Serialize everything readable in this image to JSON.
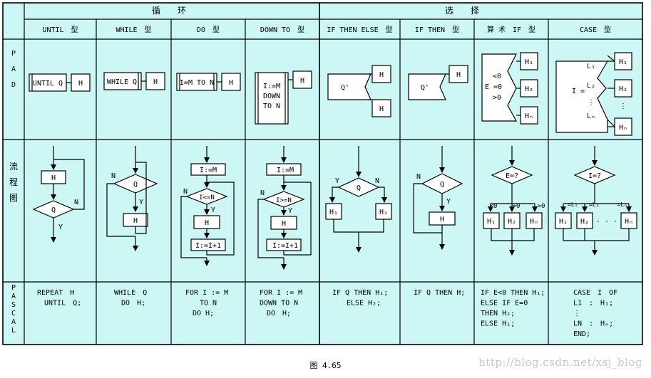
{
  "groups": {
    "loop": "循　　环",
    "select": "选　　择"
  },
  "columns": [
    "UNTIL　型",
    "WHILE　型",
    "DO　型",
    "DOWN TO　型",
    "IF THEN ELSE　型",
    "IF THEN　型",
    "算 术　IF　型",
    "CASE　型"
  ],
  "row_labels": {
    "pad": "P|A|D",
    "flow": "流|程|图",
    "pascal": "P|A|S|C|A|L"
  },
  "pad": {
    "until": "UNTIL Q",
    "while": "WHILE Q",
    "do": "I=M TO N",
    "downto": [
      "I:=M",
      "DOWN",
      "TO N"
    ],
    "h": "H",
    "qp": "Q'",
    "arith_conds": [
      "<0",
      "E =0",
      ">0"
    ],
    "arith_h": [
      "H₁",
      "H₂",
      "Hₙ"
    ],
    "case_i": "I =",
    "case_l": [
      "L₁",
      "L₂",
      "⋮",
      "Lₙ"
    ],
    "case_h": [
      "H₁",
      "H₂",
      "⋮",
      "Hₙ"
    ]
  },
  "flow": {
    "h": "H",
    "q": "Q",
    "n": "N",
    "y": "Y",
    "assign": "I:=M",
    "cond_le": "I<=N",
    "cond_ge": "I>=N",
    "incr": "I:=I+1",
    "decr": "I:=I+1",
    "h1": "H₁",
    "h2": "H₂",
    "hn": "Hₙ",
    "eq": "E=?",
    "eq_labels": [
      "<0",
      "=0",
      ">0"
    ],
    "ieq": "I=?",
    "ieq_labels": [
      "=L₁",
      "=L₂",
      "=Lₙ"
    ],
    "dots": "· · ·"
  },
  "pascal": [
    [
      "REPEAT　H",
      "　UNTIL　Q;"
    ],
    [
      "WHILE　Q",
      "　DO　H;"
    ],
    [
      "FOR I := M",
      "　　TO N",
      "　DO H;"
    ],
    [
      "FOR I := M",
      "DOWN TO N",
      "　DO　H;"
    ],
    [
      "IF Q THEN H₁;",
      "　　ELSE H₂;"
    ],
    [
      "IF Q THEN H;"
    ],
    [
      "IF E<0 THEN H₁;",
      "ELSE IF E=0",
      "THEN H₂;",
      "ELSE H₁;"
    ],
    [
      "CASE　I　OF",
      "L1　:　H₁;",
      "⋮",
      "LN　:　Hₙ;",
      "END;"
    ]
  ],
  "caption": "图 4.65",
  "watermark": "http://blog.csdn.net/xsj_blog"
}
